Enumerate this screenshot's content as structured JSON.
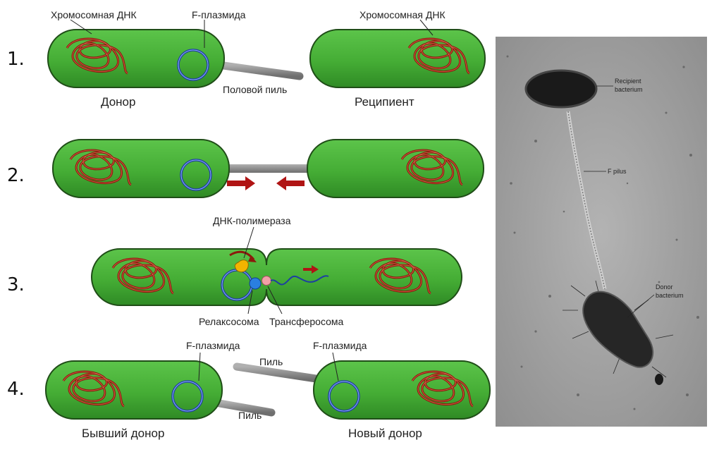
{
  "steps": [
    "1.",
    "2.",
    "3.",
    "4."
  ],
  "labels": {
    "chromosomal_dna_1": "Хромосомная ДНК",
    "chromosomal_dna_2": "Хромосомная ДНК",
    "f_plasmid_1": "F-плазмида",
    "sex_pilus": "Половой пиль",
    "donor": "Донор",
    "recipient": "Реципиент",
    "dna_polymerase": "ДНК-полимераза",
    "relaxosome": "Релаксосома",
    "transferosome": "Трансферосома",
    "f_plasmid_left": "F-плазмида",
    "f_plasmid_right": "F-плазмида",
    "pilus_top": "Пиль",
    "pilus_bottom": "Пиль",
    "former_donor": "Бывший донор",
    "new_donor": "Новый донор"
  },
  "micrograph": {
    "recipient_label": [
      "Recipient",
      "bacterium"
    ],
    "pilus_label": "F pilus",
    "donor_label": [
      "Donor",
      "bacterium"
    ]
  },
  "colors": {
    "cell_fill": "#4cb33a",
    "cell_stroke": "#1f4d17",
    "dna": "#8b1a0c",
    "plasmid": "#1d3fa0",
    "pilus": "#8a8a8a",
    "arrow": "#b01414",
    "micro_bg": "#9a9a9a"
  }
}
